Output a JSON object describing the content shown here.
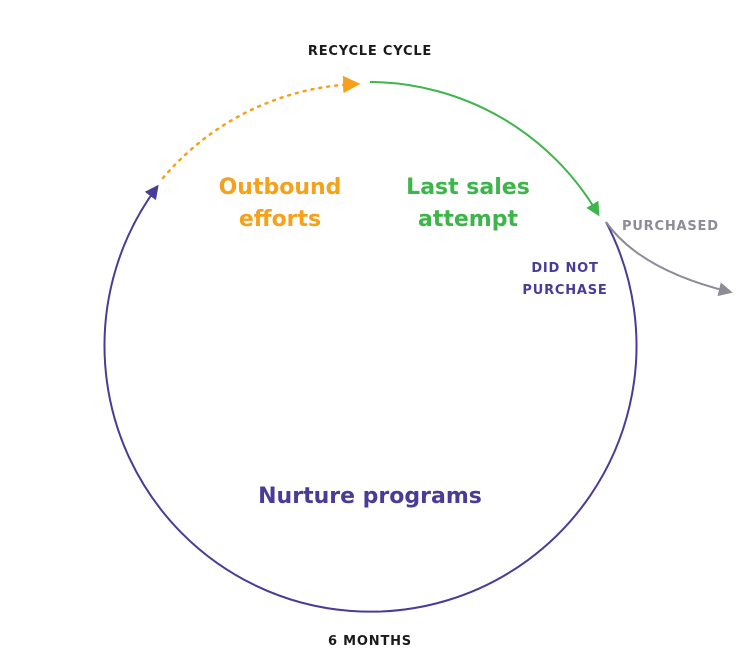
{
  "labels": {
    "recycle_cycle": "RECYCLE CYCLE",
    "outbound_line1": "Outbound",
    "outbound_line2": "efforts",
    "last_sales_line1": "Last sales",
    "last_sales_line2": "attempt",
    "purchased": "PURCHASED",
    "did_not_line1": "DID NOT",
    "did_not_line2": "PURCHASE",
    "nurture": "Nurture programs",
    "six_months": "6 MONTHS"
  },
  "colors": {
    "orange": "#F5A11C",
    "green": "#3DB54A",
    "purple": "#4B3A98",
    "gray": "#8E8A97",
    "black": "#1A1A1A"
  }
}
